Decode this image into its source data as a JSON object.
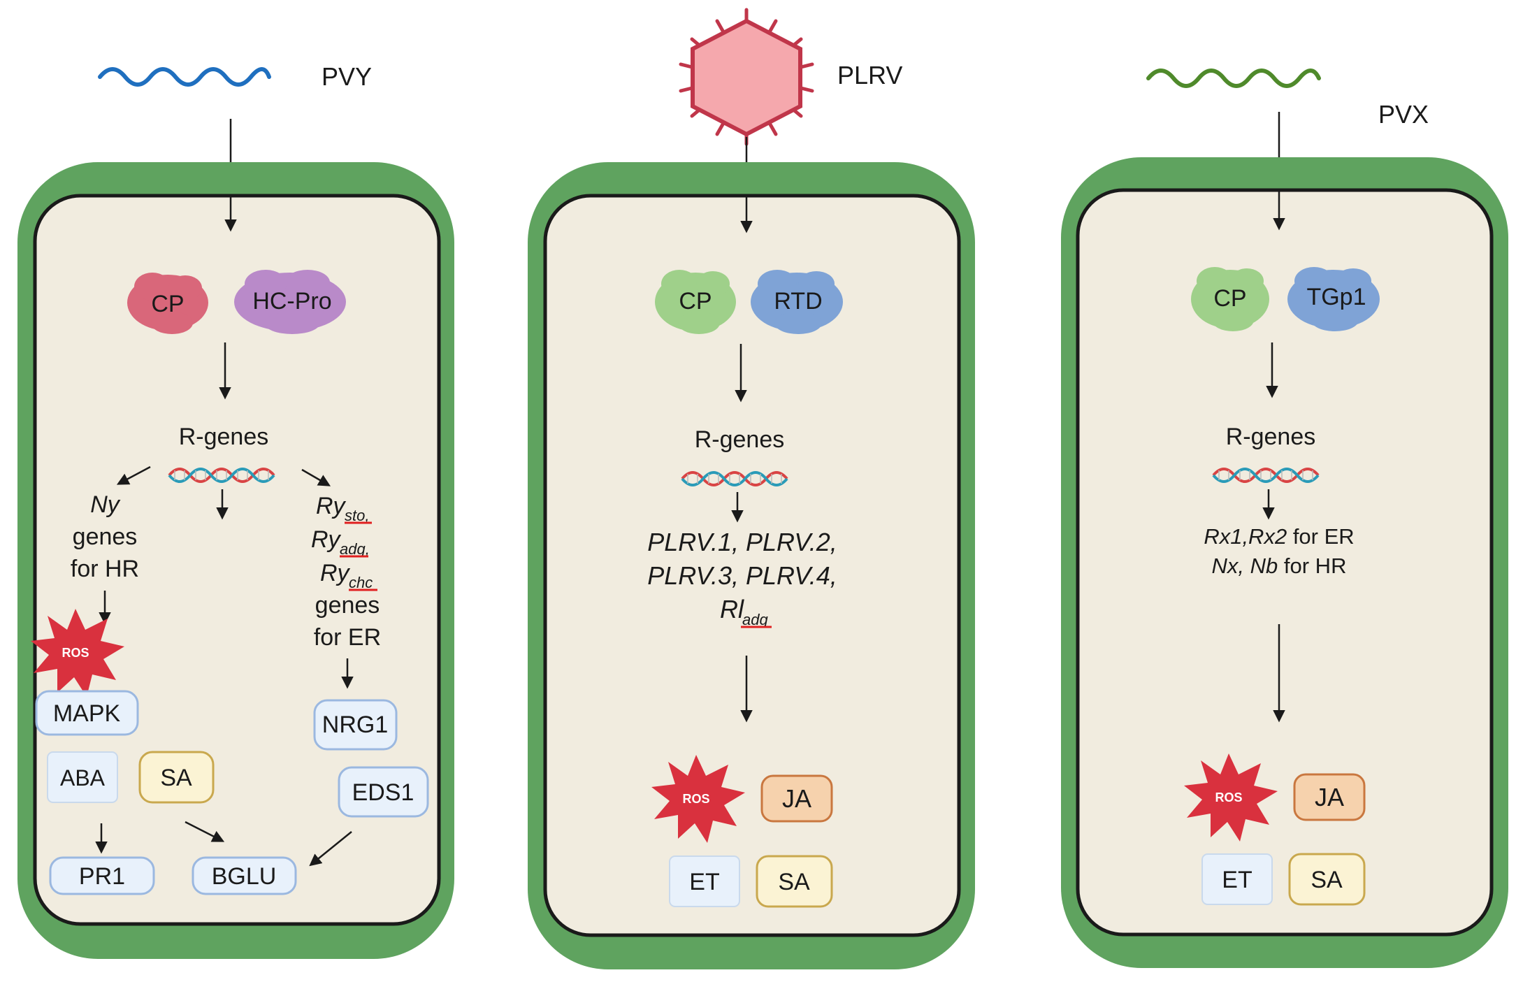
{
  "panels": [
    {
      "virus": "PVY",
      "virus_color": "#1f6fbf",
      "proteins": [
        {
          "label": "CP",
          "color": "#d9677a"
        },
        {
          "label": "HC-Pro",
          "color": "#b98ac9"
        }
      ],
      "rgenes": "R-genes",
      "left_branch": {
        "gene": "Ny",
        "line2": "genes",
        "line3": "for HR"
      },
      "right_branch": {
        "genes": [
          {
            "base": "Ry",
            "sub": "sto,"
          },
          {
            "base": "Ry",
            "sub": "adg,"
          },
          {
            "base": "Ry",
            "sub": "chc"
          }
        ],
        "line4": "genes",
        "line5": "for ER"
      },
      "ros": "ROS",
      "boxes": {
        "mapk": "MAPK",
        "aba": "ABA",
        "sa": "SA",
        "nrg1": "NRG1",
        "eds1": "EDS1",
        "pr1": "PR1",
        "bglu": "BGLU"
      }
    },
    {
      "virus": "PLRV",
      "virus_color": "#c0364a",
      "proteins": [
        {
          "label": "CP",
          "color": "#9fd08a"
        },
        {
          "label": "RTD",
          "color": "#7fa3d6"
        }
      ],
      "rgenes": "R-genes",
      "genes_line1": "PLRV.1, PLRV.2,",
      "genes_line2": "PLRV.3, PLRV.4,",
      "genes_line3": {
        "base": "Rl",
        "sub": "adg"
      },
      "ros": "ROS",
      "boxes": {
        "ja": "JA",
        "et": "ET",
        "sa": "SA"
      }
    },
    {
      "virus": "PVX",
      "virus_color": "#4f8a2b",
      "proteins": [
        {
          "label": "CP",
          "color": "#9fd08a"
        },
        {
          "label": "TGp1",
          "color": "#7fa3d6"
        }
      ],
      "rgenes": "R-genes",
      "er_genes": "Rx1,Rx2",
      "er_text": "for ER",
      "hr_genes": "Nx, Nb",
      "hr_text": "for HR",
      "ros": "ROS",
      "boxes": {
        "ja": "JA",
        "et": "ET",
        "sa": "SA"
      }
    }
  ],
  "colors": {
    "cell_wall": "#5fa35f",
    "cytoplasm": "#f1ecdf",
    "blue_box_fill": "#e8f1fb",
    "blue_box_stroke": "#9bb8e0",
    "yellow_box_fill": "#fbf3d4",
    "yellow_box_stroke": "#c9a84e",
    "orange_box_fill": "#f6d2ad",
    "orange_box_stroke": "#c9773f",
    "ros_fill": "#d9313e"
  }
}
